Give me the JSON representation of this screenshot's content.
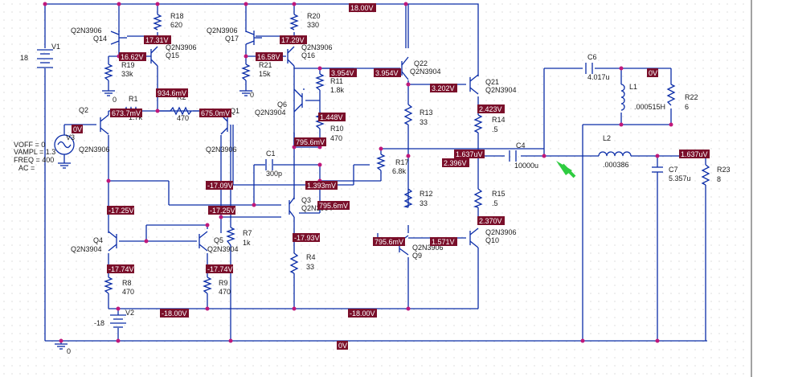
{
  "colors": {
    "wire": "#0b2da8",
    "node": "#c0187a",
    "probe_bg": "#7a0f2a",
    "probe_text": "#ffffff",
    "grid": "#c8c8c8",
    "marker": "#2ecc40"
  },
  "components": {
    "V1": [
      "V1",
      "18"
    ],
    "V2": [
      "V2",
      "-18"
    ],
    "V3": [
      "V3",
      "VOFF = 0",
      "VAMPL = 1.3",
      "FREQ = 400",
      "AC ="
    ],
    "Q14": [
      "Q2N3906",
      "Q14"
    ],
    "Q15": [
      "Q2N3906",
      "Q15"
    ],
    "Q17": [
      "Q2N3906",
      "Q17"
    ],
    "Q16": [
      "Q2N3906",
      "Q16"
    ],
    "Q2": [
      "Q2",
      "Q2N3906"
    ],
    "Q1": [
      "Q1",
      "Q2N3906"
    ],
    "Q4": [
      "Q4",
      "Q2N3904"
    ],
    "Q5": [
      "Q5",
      "Q2N3904"
    ],
    "Q6": [
      "Q6",
      "Q2N3904"
    ],
    "Q3": [
      "Q3",
      "Q2N3904"
    ],
    "Q22": [
      "Q22",
      "Q2N3904"
    ],
    "Q21": [
      "Q21",
      "Q2N3904"
    ],
    "Q9": [
      "Q2N3906",
      "Q9"
    ],
    "Q10": [
      "Q2N3906",
      "Q10"
    ],
    "R18": [
      "R18",
      "620"
    ],
    "R19": [
      "R19",
      "33k"
    ],
    "R20": [
      "R20",
      "330"
    ],
    "R21": [
      "R21",
      "15k"
    ],
    "R1": [
      "R1",
      "1.7k"
    ],
    "R2": [
      "R2",
      "470"
    ],
    "R11": [
      "R11",
      "1.8k"
    ],
    "R10": [
      "R10",
      "470"
    ],
    "R13": [
      "R13",
      "33"
    ],
    "R14": [
      "R14",
      ".5"
    ],
    "R17": [
      "R17",
      "6.8k"
    ],
    "R12": [
      "R12",
      "33"
    ],
    "R15": [
      "R15",
      ".5"
    ],
    "R7": [
      "R7",
      "1k"
    ],
    "R4": [
      "R4",
      "33"
    ],
    "R8": [
      "R8",
      "470"
    ],
    "R9": [
      "R9",
      "470"
    ],
    "R22": [
      "R22",
      "6"
    ],
    "R23": [
      "R23",
      "8"
    ],
    "C1": [
      "C1",
      "300p"
    ],
    "C4": [
      "C4",
      "10000u"
    ],
    "C6": [
      "C6",
      "4.017u"
    ],
    "C7": [
      "C7",
      "5.357u"
    ],
    "L1": [
      "L1",
      ".000515H"
    ],
    "L2": [
      "L2",
      ".000386"
    ],
    "ground": [
      "0",
      "0",
      "0"
    ]
  },
  "probes": [
    "18.00V",
    "17.31V",
    "16.62V",
    "17.29V",
    "16.58V",
    "934.6mV",
    "673.7mV",
    "675.0mV",
    "0V",
    "3.954V",
    "3.954V",
    "3.202V",
    "1.448V",
    "795.6mV",
    "2.423V",
    "1.637uV",
    "2.396V",
    "0V",
    "1.637uV",
    "-17.09V",
    "1.393mV",
    "-17.25V",
    "-17.25V",
    "795.6mV",
    "-17.93V",
    "795.6mV",
    "1.571V",
    "2.370V",
    "-17.74V",
    "-17.74V",
    "-18.00V",
    "-18.00V",
    "0V"
  ]
}
